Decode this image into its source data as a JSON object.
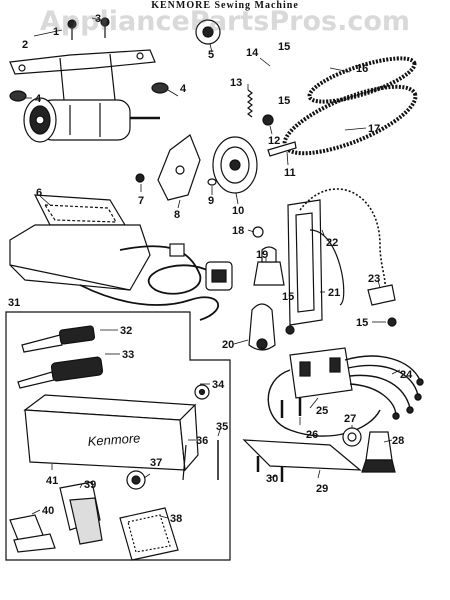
{
  "header": {
    "title": "KENMORE Sewing Machine"
  },
  "watermark": "AppliancePartsPros.com",
  "box_brand": "Kenmore",
  "colors": {
    "ink": "#111111",
    "watermark": "#9a9a9a"
  },
  "callouts": [
    "1",
    "2",
    "3",
    "4",
    "4",
    "5",
    "6",
    "7",
    "8",
    "9",
    "10",
    "11",
    "12",
    "13",
    "14",
    "15",
    "15",
    "15",
    "15",
    "16",
    "17",
    "18",
    "19",
    "20",
    "21",
    "22",
    "23",
    "24",
    "25",
    "26",
    "27",
    "28",
    "29",
    "30",
    "31",
    "32",
    "33",
    "34",
    "35",
    "36",
    "37",
    "38",
    "39",
    "40",
    "41"
  ]
}
